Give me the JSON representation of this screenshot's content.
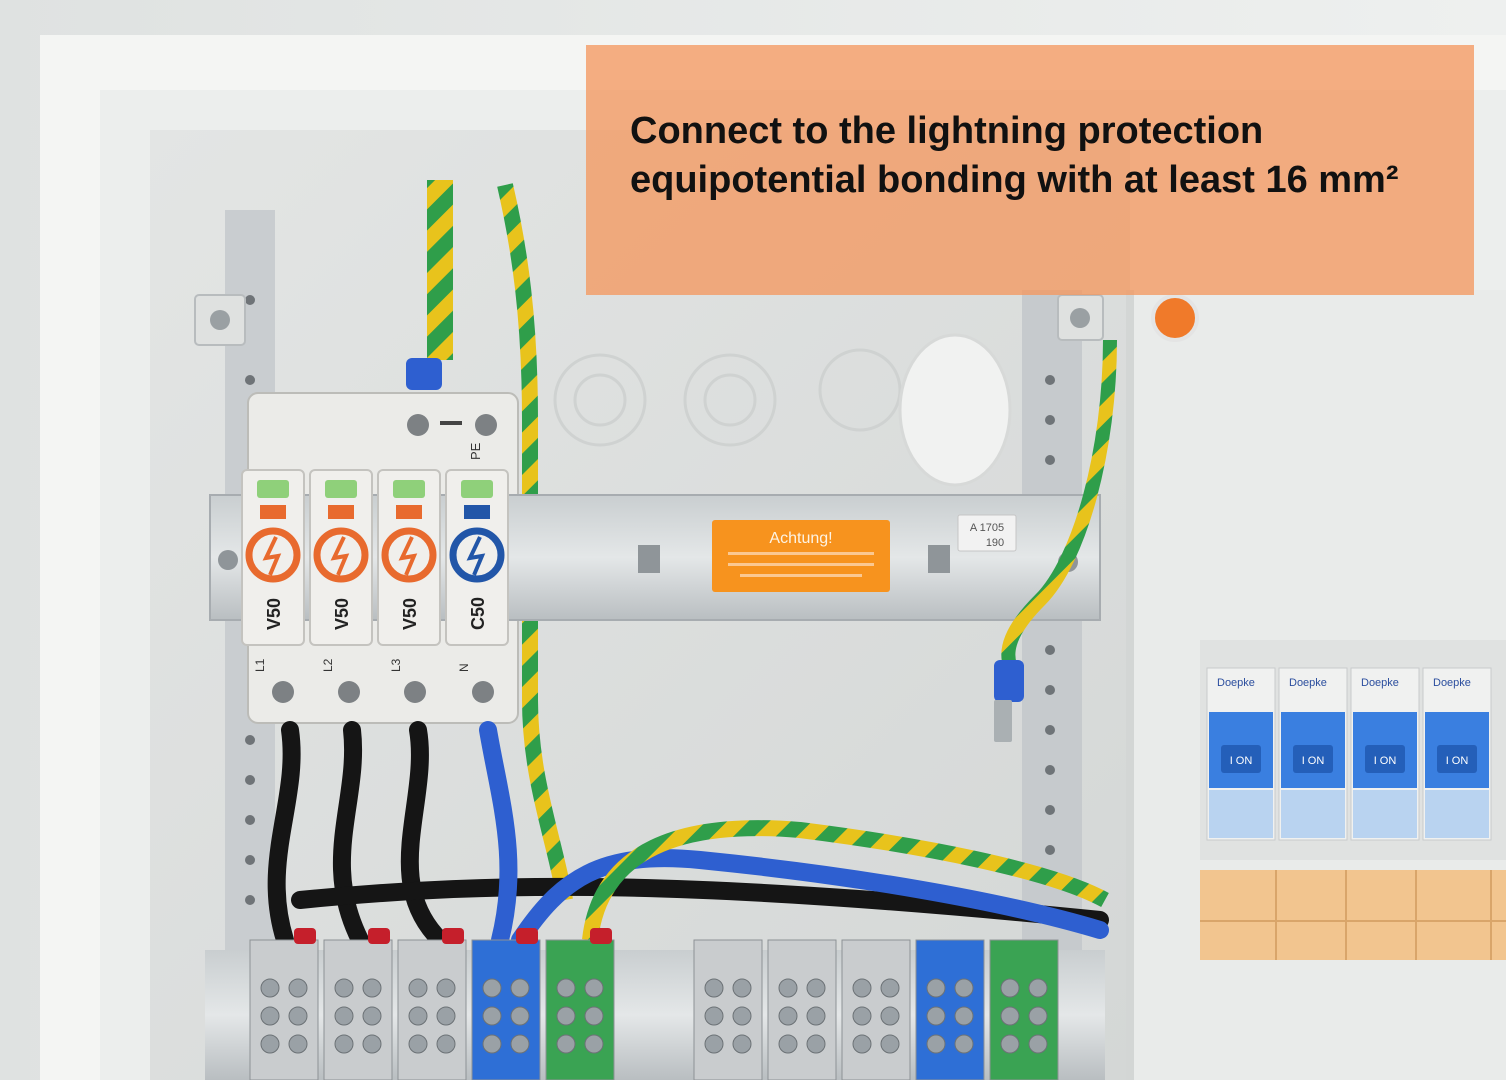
{
  "caption": {
    "line1": "Connect to the lightning protection",
    "line2": "equipotential bonding with at least 16 mm²"
  },
  "surge_arrester": {
    "modules": [
      {
        "model": "V50",
        "terminal": "L1",
        "color": "#e86a2e"
      },
      {
        "model": "V50",
        "terminal": "L2",
        "color": "#e86a2e"
      },
      {
        "model": "V50",
        "terminal": "L3",
        "color": "#e86a2e"
      },
      {
        "model": "C50",
        "terminal": "N",
        "color": "#2256a8"
      }
    ],
    "base_label": "PE"
  },
  "warning_label": {
    "title": "Achtung!",
    "color": "#f7931e"
  },
  "rail_tag": {
    "line1": "A 1705",
    "line2": "190"
  },
  "breakers": {
    "brand": "Doepke",
    "switch_label": "I ON",
    "count": 4
  },
  "colors": {
    "overlay": "#f49860",
    "enclosure": "#f2f3f1",
    "earth_green": "#2f9e4a",
    "earth_yellow": "#e8c31c",
    "neutral_blue": "#2e5fd0"
  }
}
